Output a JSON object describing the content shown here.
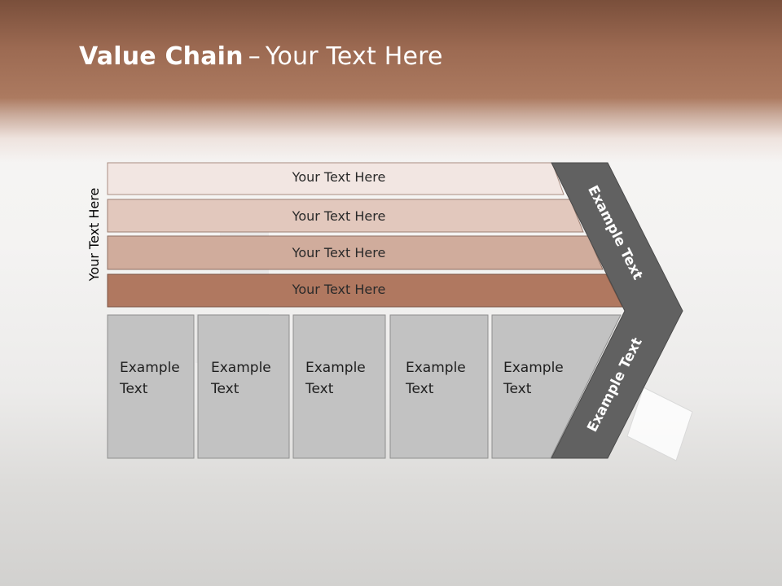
{
  "title": {
    "bold": "Value Chain",
    "separator": "–",
    "rest": "Your Text Here"
  },
  "side_label": "Your Text Here",
  "rows": [
    {
      "label": "Your Text Here",
      "color": "#f2e6e2"
    },
    {
      "label": "Your Text Here",
      "color": "#e2c8bd"
    },
    {
      "label": "Your Text Here",
      "color": "#d0ac9c"
    },
    {
      "label": "Your Text Here",
      "color": "#b07860"
    }
  ],
  "boxes": [
    {
      "line1": "Example",
      "line2": "Text"
    },
    {
      "line1": "Example",
      "line2": "Text"
    },
    {
      "line1": "Example",
      "line2": "Text"
    },
    {
      "line1": "Example",
      "line2": "Text"
    },
    {
      "line1": "Example",
      "line2": "Text"
    }
  ],
  "chevron": {
    "upper_label": "Example Text",
    "lower_label": "Example Text",
    "color": "#616161"
  },
  "colors": {
    "header": "#a36f56",
    "box_fill": "#c2c2c2",
    "box_border": "#8f8f8f"
  }
}
